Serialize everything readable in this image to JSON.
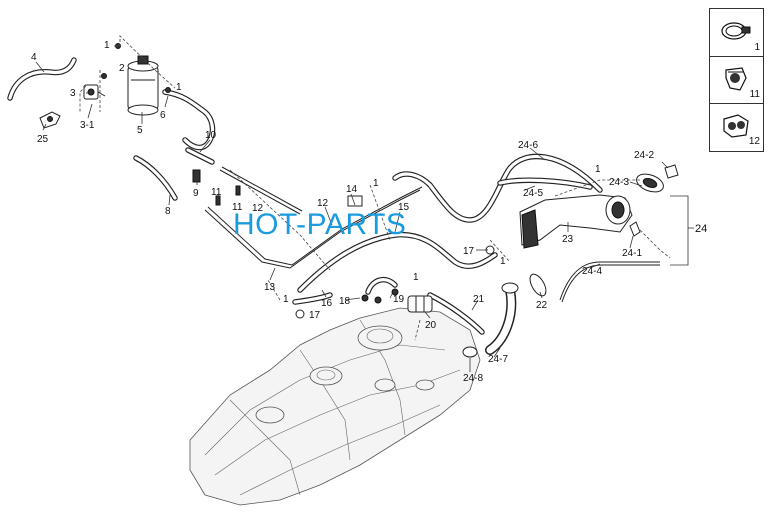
{
  "watermark": "HOT-PARTS",
  "watermark_color": "#1a9be0",
  "callouts": {
    "c1a": "1",
    "c2": "2",
    "c3": "3",
    "c3_1": "3-1",
    "c4": "4",
    "c5": "5",
    "c6": "6",
    "c1b": "1",
    "c25": "25",
    "c10": "10",
    "c9": "9",
    "c8": "8",
    "c11a": "11",
    "c11b": "11",
    "c12a": "12",
    "c12b": "12",
    "c14": "14",
    "c1c": "1",
    "c15": "15",
    "c13": "13",
    "c1d": "1",
    "c16": "16",
    "c17a": "17",
    "c18": "18",
    "c19": "19",
    "c1e": "1",
    "c20": "20",
    "c21": "21",
    "c17b": "17",
    "c1f": "1",
    "c24_6": "24-6",
    "c24_5": "24-5",
    "c1g": "1",
    "c24_3": "24-3",
    "c24_2": "24-2",
    "c23": "23",
    "c24_1": "24-1",
    "c24": "24",
    "c24_4": "24-4",
    "c22": "22",
    "c24_7": "24-7",
    "c24_8": "24-8"
  },
  "legend": [
    {
      "number": "1",
      "icon": "hose-clamp-icon"
    },
    {
      "number": "11",
      "icon": "pipe-clip-icon"
    },
    {
      "number": "12",
      "icon": "double-clip-icon"
    }
  ]
}
